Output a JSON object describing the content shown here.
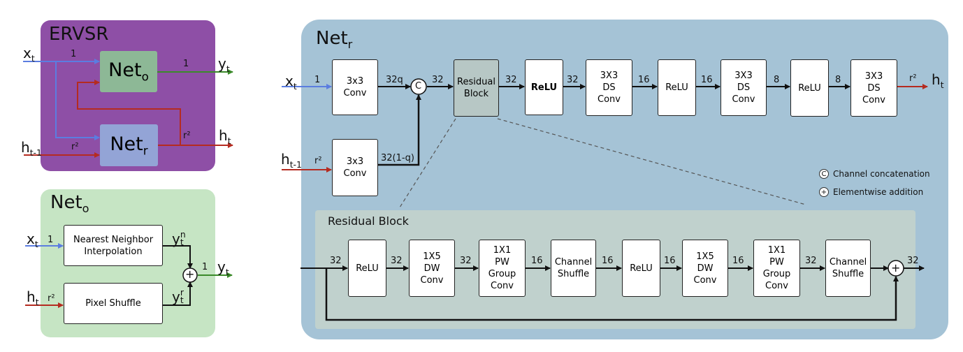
{
  "panels": {
    "ervsr": {
      "title": "ERVSR",
      "net_o": {
        "main": "Net",
        "sub": "o"
      },
      "net_r": {
        "main": "Net",
        "sub": "r"
      },
      "in_x": {
        "main": "x",
        "sub": "t"
      },
      "in_h": {
        "main": "h",
        "sub": "t-1"
      },
      "out_y": {
        "main": "y",
        "sub": "t"
      },
      "out_h": {
        "main": "h",
        "sub": "t"
      },
      "label_1a": "1",
      "label_1b": "1",
      "label_r2a": "r²",
      "label_r2b": "r²"
    },
    "net_o": {
      "title": {
        "main": "Net",
        "sub": "o"
      },
      "nn_box": "Nearest Neighbor\nInterpolation",
      "ps_box": "Pixel Shuffle",
      "in_x": {
        "main": "x",
        "sub": "t"
      },
      "in_h": {
        "main": "h",
        "sub": "t"
      },
      "out_y": {
        "main": "y",
        "sub": "t"
      },
      "ynt": {
        "main": "y",
        "sub": "t",
        "sup": "n"
      },
      "yrt": {
        "main": "y",
        "sub": "t",
        "sup": "r"
      },
      "label_1a": "1",
      "label_1b": "1",
      "label_r2": "r²",
      "plus": "+"
    },
    "net_r": {
      "title": {
        "main": "Net",
        "sub": "r"
      },
      "in_x": {
        "main": "x",
        "sub": "t"
      },
      "in_h": {
        "main": "h",
        "sub": "t-1"
      },
      "out_h": {
        "main": "h",
        "sub": "t"
      },
      "conv_top": "3x3\nConv",
      "conv_bottom": "3x3\nConv",
      "concat": "C",
      "residual": "Residual\nBlock",
      "relu1": "ReLU",
      "ds1": "3X3\nDS\nConv",
      "relu2": "ReLU",
      "ds2": "3X3\nDS\nConv",
      "relu3": "ReLU",
      "ds3": "3X3\nDS\nConv",
      "edge_labels": [
        "1",
        "32q",
        "32",
        "32",
        "32",
        "16",
        "16",
        "8",
        "8",
        "r²",
        "r²",
        "32(1-q)"
      ],
      "legend": [
        {
          "symbol": "C",
          "text": "Channel concatenation"
        },
        {
          "symbol": "+",
          "text": "Elementwise addition"
        }
      ]
    },
    "residual_block": {
      "title": "Residual Block",
      "blocks": [
        "ReLU",
        "1X5\nDW\nConv",
        "1X1\nPW\nGroup\nConv",
        "Channel\nShuffle",
        "ReLU",
        "1X5\nDW\nConv",
        "1X1\nPW\nGroup\nConv",
        "Channel\nShuffle"
      ],
      "edge_labels": [
        "32",
        "32",
        "32",
        "16",
        "16",
        "16",
        "16",
        "32",
        "32"
      ],
      "plus": "+"
    }
  },
  "colors": {
    "ervsr_panel": "#8e4fa6",
    "net_o_panel": "#c6e5c4",
    "net_r_panel": "#a5c3d6",
    "residual_panel": "#c0d1cd",
    "net_o_box": "#8db896",
    "net_r_box": "#93a4d6",
    "input_x": "#5b7de0",
    "input_h": "#b52b20",
    "output_y": "#3b8a2a",
    "black": "#111111"
  }
}
